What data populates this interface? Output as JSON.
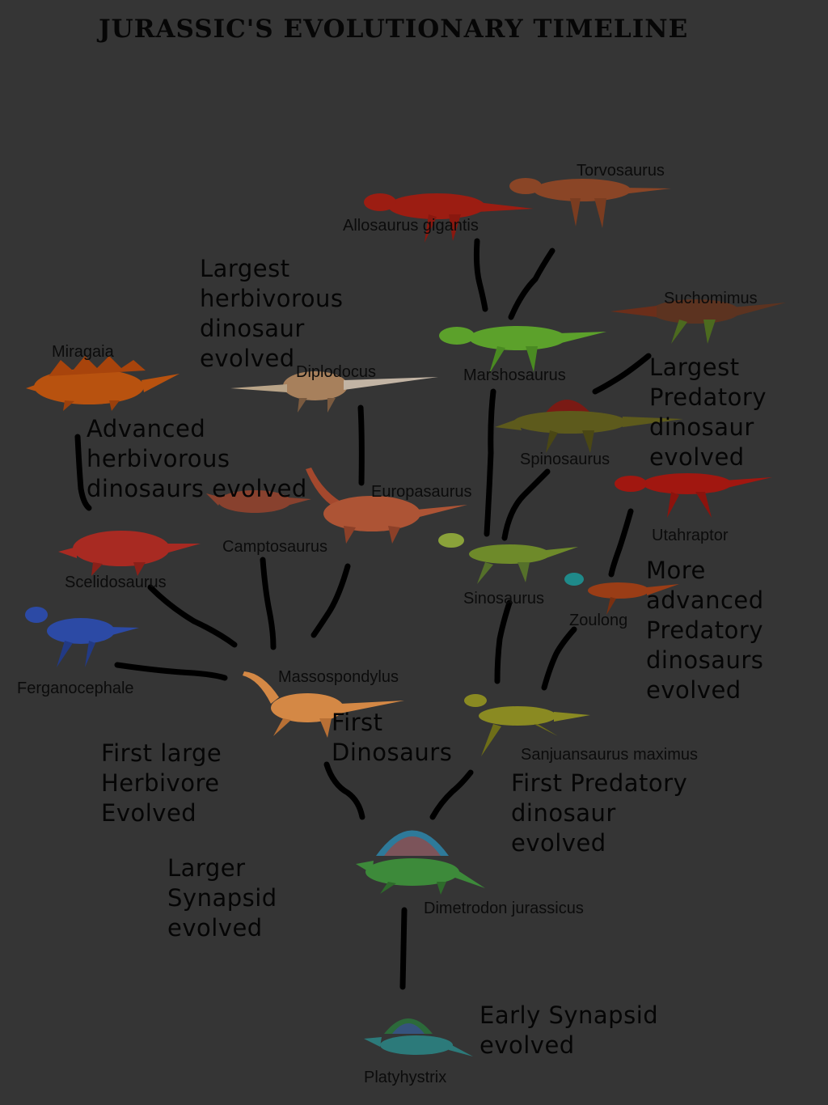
{
  "title": "JURASSIC'S EVOLUTIONARY TIMELINE",
  "species": {
    "torvosaurus": "Torvosaurus",
    "allosaurus_gigantis": "Allosaurus gigantis",
    "suchomimus": "Suchomimus",
    "marshosaurus": "Marshosaurus",
    "spinosaurus": "Spinosaurus",
    "miragaia": "Miragaia",
    "diplodocus": "Diplodocus",
    "europasaurus": "Europasaurus",
    "utahraptor": "Utahraptor",
    "camptosaurus": "Camptosaurus",
    "scelidosaurus": "Scelidosaurus",
    "sinosaurus": "Sinosaurus",
    "zoulong": "Zoulong",
    "ferganocephale": "Ferganocephale",
    "massospondylus": "Massospondylus",
    "sanjuansaurus_maximus": "Sanjuansaurus maximus",
    "dimetrodon_jurassicus": "Dimetrodon jurassicus",
    "platyhystrix": "Platyhystrix"
  },
  "notes": {
    "largest_herbivorous": "Largest\nherbivorous\ndinosaur\nevolved",
    "advanced_herbivorous": "Advanced\nherbivorous\ndinosaurs evolved",
    "largest_predatory": "Largest\nPredatory\ndinosaur\nevolved",
    "more_advanced_predatory": "More\nadvanced\nPredatory\ndinosaurs\nevolved",
    "first_dinosaurs": "First\nDinosaurs",
    "first_large_herbivore": "First large\nHerbivore\nEvolved",
    "first_predatory": "First Predatory\ndinosaur\nevolved",
    "larger_synapsid": "Larger\nSynapsid\nevolved",
    "early_synapsid": "Early Synapsid\nevolved"
  },
  "colors": {
    "background": "#353535",
    "ink": "#050505"
  }
}
